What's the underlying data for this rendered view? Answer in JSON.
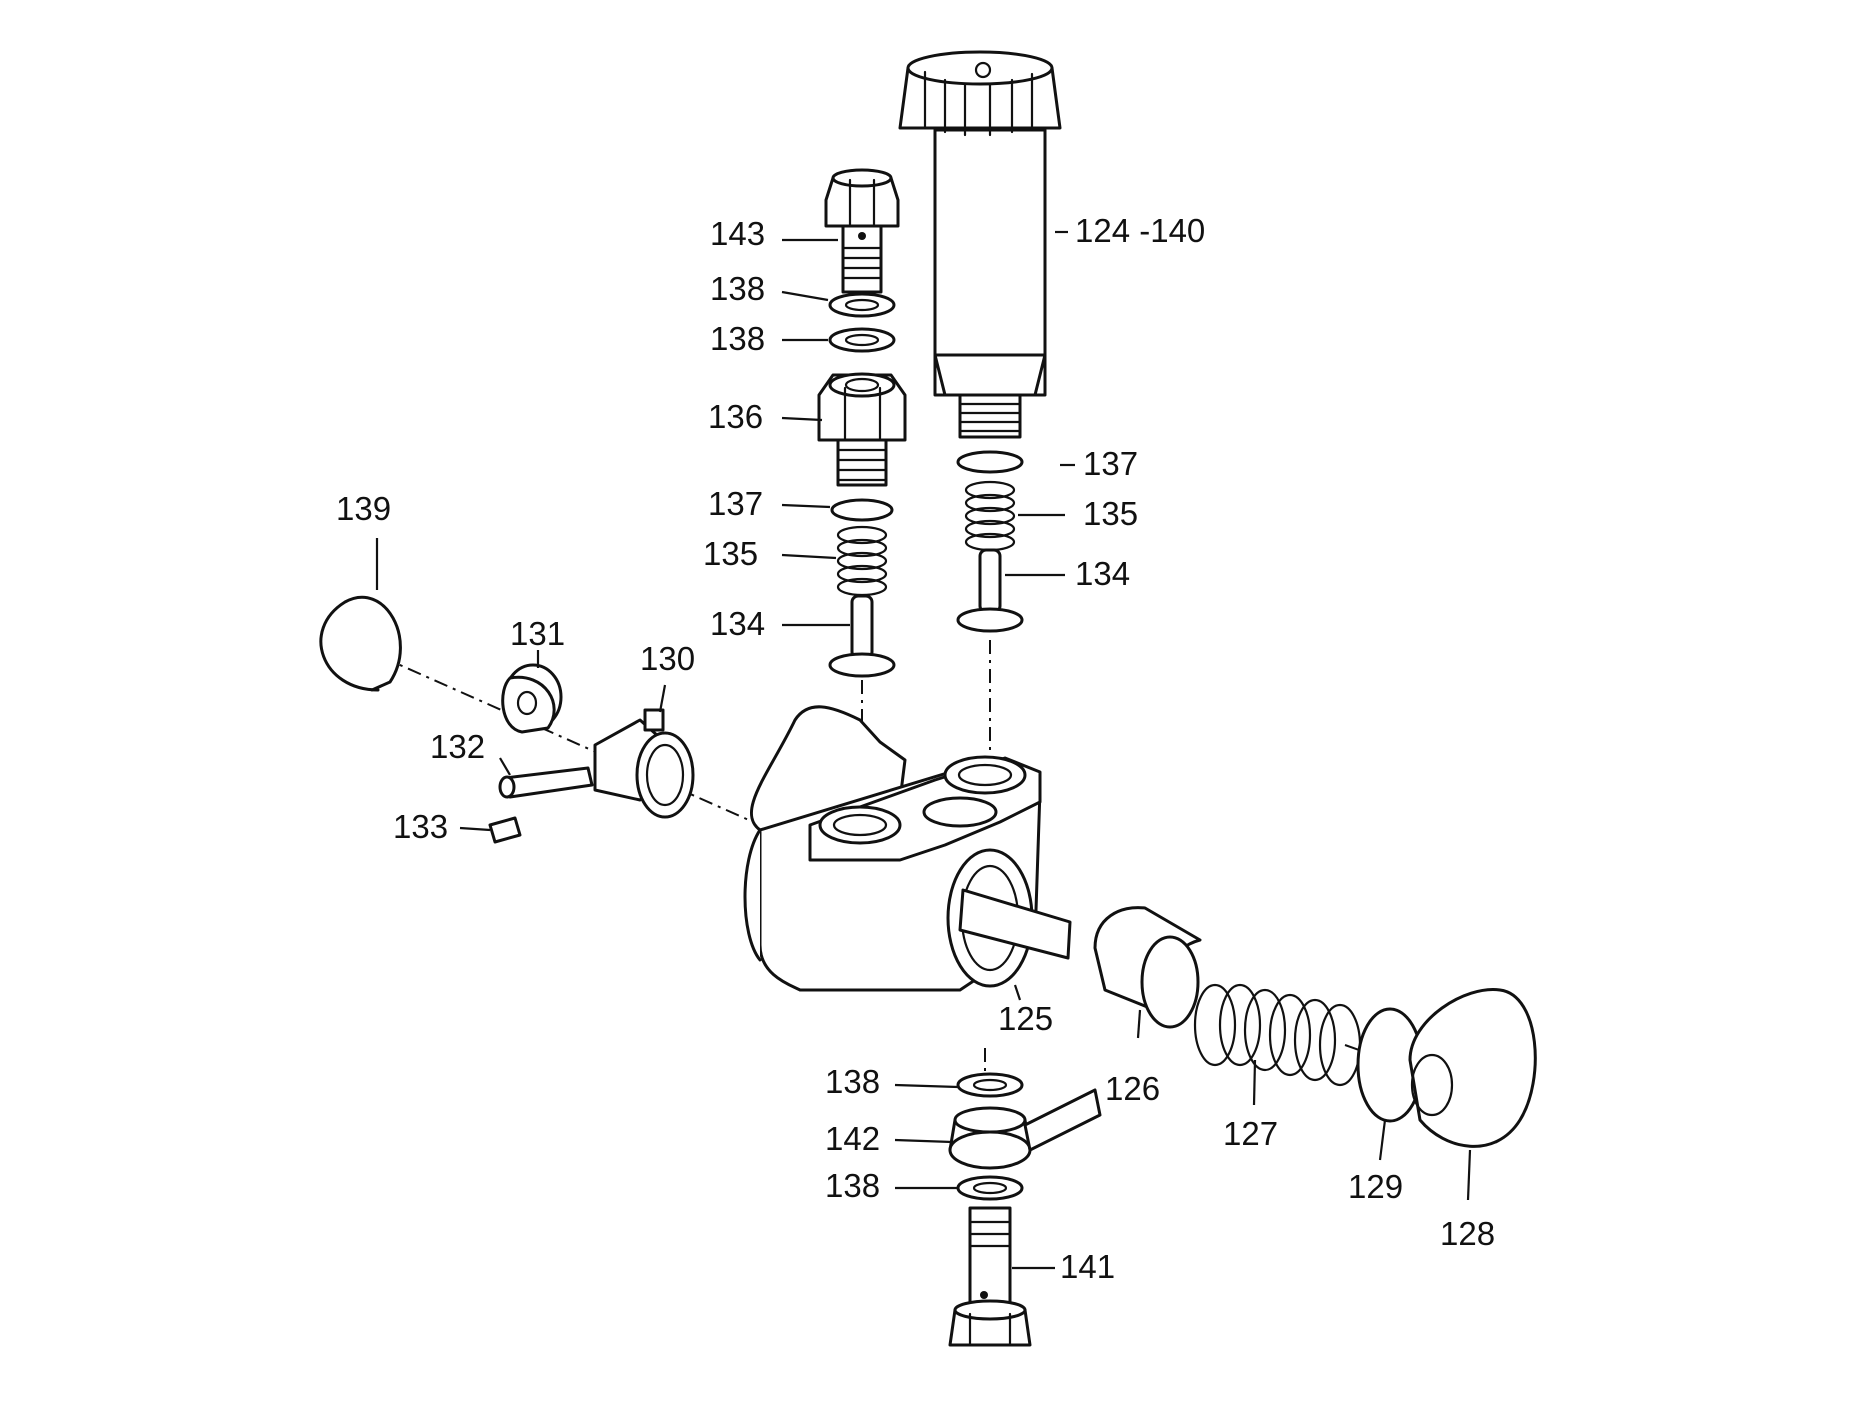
{
  "diagram": {
    "callouts": [
      {
        "id": "c124_140",
        "text": "124 -140"
      },
      {
        "id": "c143",
        "text": "143"
      },
      {
        "id": "c138a",
        "text": "138"
      },
      {
        "id": "c138b",
        "text": "138"
      },
      {
        "id": "c136",
        "text": "136"
      },
      {
        "id": "c137a",
        "text": "137"
      },
      {
        "id": "c135a",
        "text": "135"
      },
      {
        "id": "c134a",
        "text": "134"
      },
      {
        "id": "c137b",
        "text": "137"
      },
      {
        "id": "c135b",
        "text": "135"
      },
      {
        "id": "c134b",
        "text": "134"
      },
      {
        "id": "c139",
        "text": "139"
      },
      {
        "id": "c131",
        "text": "131"
      },
      {
        "id": "c130",
        "text": "130"
      },
      {
        "id": "c132",
        "text": "132"
      },
      {
        "id": "c133",
        "text": "133"
      },
      {
        "id": "c125",
        "text": "125"
      },
      {
        "id": "c126",
        "text": "126"
      },
      {
        "id": "c127",
        "text": "127"
      },
      {
        "id": "c129",
        "text": "129"
      },
      {
        "id": "c128",
        "text": "128"
      },
      {
        "id": "c138c",
        "text": "138"
      },
      {
        "id": "c142",
        "text": "142"
      },
      {
        "id": "c138d",
        "text": "138"
      },
      {
        "id": "c141",
        "text": "141"
      }
    ]
  }
}
